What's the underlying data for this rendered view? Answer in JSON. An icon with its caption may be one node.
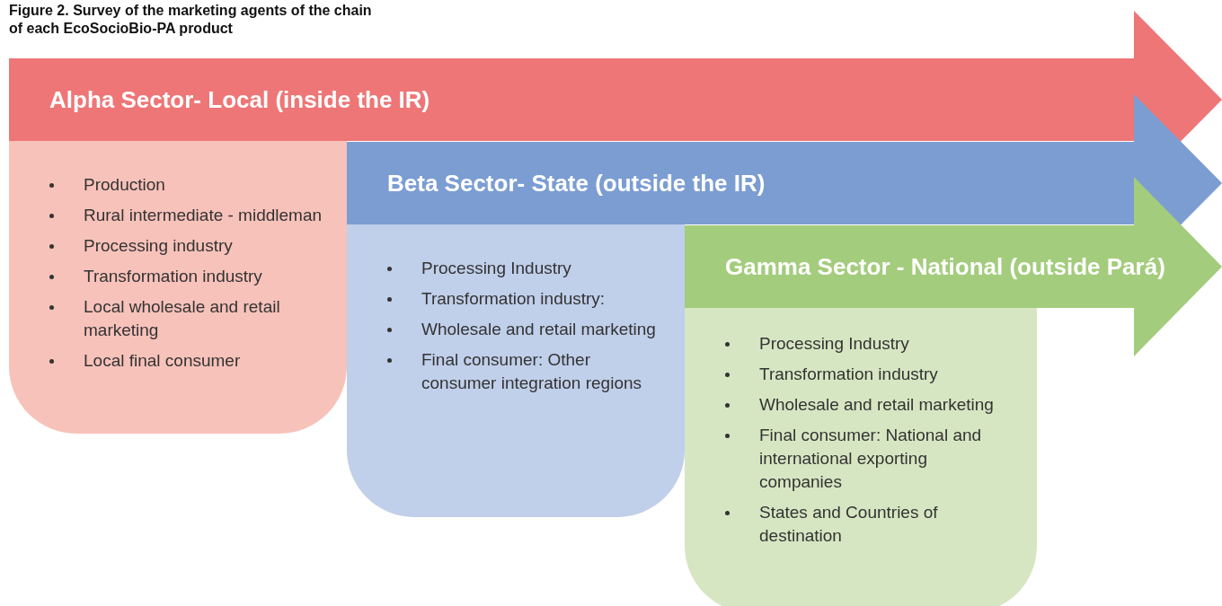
{
  "diagram": {
    "title": "Figure 2. Survey of the marketing agents of the chain of each EcoSocioBio-PA product",
    "nodes": [
      {
        "text": [
          "Alpha Sector- Local (inside the IR)"
        ]
      },
      {
        "text": [
          "Production",
          "Rural intermediate - middleman",
          "Processing industry",
          "Transformation industry",
          "Local wholesale and retail marketing",
          "Local final consumer"
        ]
      },
      {
        "text": [
          "Beta Sector-  State (outside the IR)"
        ]
      },
      {
        "text": [
          "Processing Industry",
          "Transformation industry:",
          "Wholesale and retail marketing",
          "Final consumer: Other consumer integration regions"
        ]
      },
      {
        "text": [
          "Gamma  Sector - National (outside Pará)"
        ]
      },
      {
        "text": [
          "Processing Industry",
          "Transformation industry",
          "Wholesale and retail marketing",
          "Final consumer: National and international exporting companies",
          "States and Countries of destination"
        ]
      }
    ]
  }
}
